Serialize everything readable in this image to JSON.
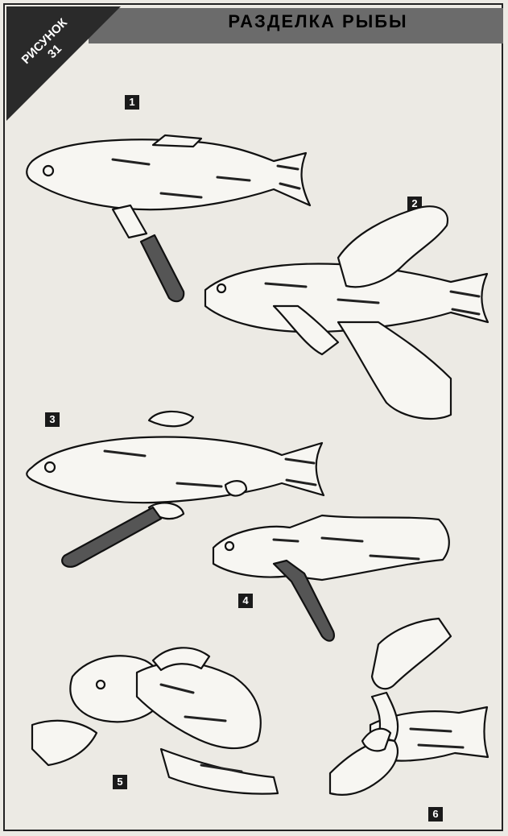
{
  "header": {
    "figure_label_line1": "РИСУНОК",
    "figure_label_line2": "31",
    "title": "РАЗДЕЛКА РЫБЫ"
  },
  "steps": [
    {
      "number": "1"
    },
    {
      "number": "2"
    },
    {
      "number": "3"
    },
    {
      "number": "4"
    },
    {
      "number": "5"
    },
    {
      "number": "6"
    }
  ],
  "illustrations": [
    {
      "step": "1",
      "icon": "fish-with-knife"
    },
    {
      "step": "2",
      "icon": "hands-holding-fish"
    },
    {
      "step": "3",
      "icon": "fish-fins-cut"
    },
    {
      "step": "4",
      "icon": "fish-filleting-knife"
    },
    {
      "step": "5",
      "icon": "hands-removing-head"
    },
    {
      "step": "6",
      "icon": "hands-removing-skin"
    }
  ]
}
